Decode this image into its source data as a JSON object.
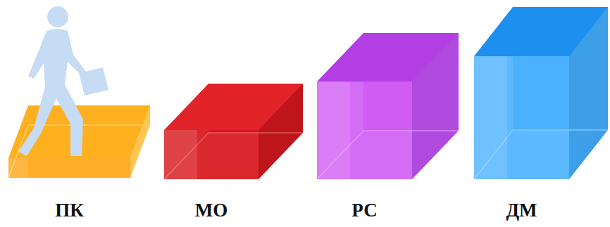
{
  "diagram": {
    "nodes": [
      {
        "text": [
          "ПК"
        ]
      },
      {
        "text": [
          "МО"
        ]
      },
      {
        "text": [
          "РС"
        ]
      },
      {
        "text": [
          "ДМ"
        ]
      }
    ]
  }
}
